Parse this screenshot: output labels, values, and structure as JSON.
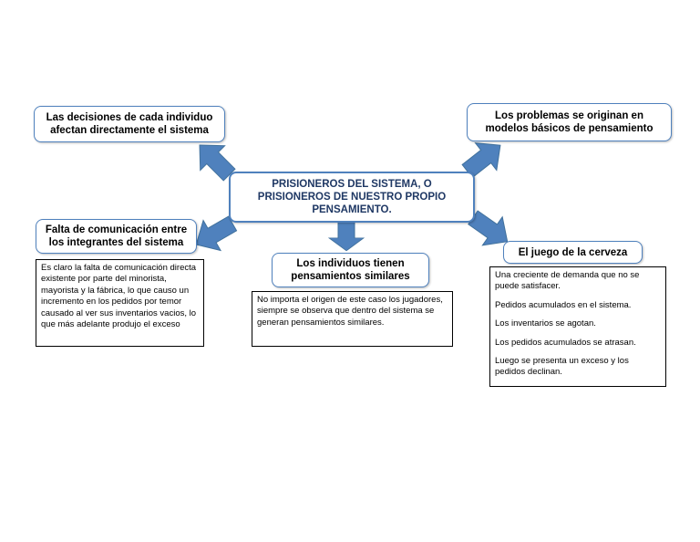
{
  "colors": {
    "node_border": "#4f81bd",
    "arrow_fill": "#4f81bd",
    "center_text": "#1f3864"
  },
  "center": {
    "text": "PRISIONEROS DEL SISTEMA, O PRISIONEROS DE NUESTRO PROPIO PENSAMIENTO."
  },
  "nodes": {
    "decisiones": "Las decisiones de cada individuo afectan directamente el sistema",
    "problemas": "Los problemas se originan en modelos básicos de pensamiento",
    "comunicacion": "Falta de comunicación entre los integrantes del sistema",
    "individuos": "Los individuos tienen pensamientos similares",
    "cerveza": "El juego de la cerveza"
  },
  "notes": {
    "comunicacion": "Es claro la falta de comunicación directa existente por parte del minorista, mayorista y la fábrica, lo que causo un incremento en los pedidos por temor causado al ver sus inventarios vacios, lo que más adelante produjo el exceso",
    "individuos": "No importa el origen de este caso los jugadores, siempre se observa que dentro del sistema se generan pensamientos similares.",
    "cerveza": [
      "Una creciente de demanda que no se puede satisfacer.",
      "Pedidos acumulados en el sistema.",
      "Los inventarios se agotan.",
      "Los pedidos acumulados se atrasan.",
      "Luego se presenta un exceso y los pedidos declinan."
    ]
  },
  "arrows": [
    {
      "id": "arrow-to-decisiones",
      "direction": "up-left"
    },
    {
      "id": "arrow-to-problemas",
      "direction": "up-right"
    },
    {
      "id": "arrow-to-comunicacion",
      "direction": "down-left"
    },
    {
      "id": "arrow-to-individuos",
      "direction": "down"
    },
    {
      "id": "arrow-to-cerveza",
      "direction": "down-right"
    }
  ]
}
